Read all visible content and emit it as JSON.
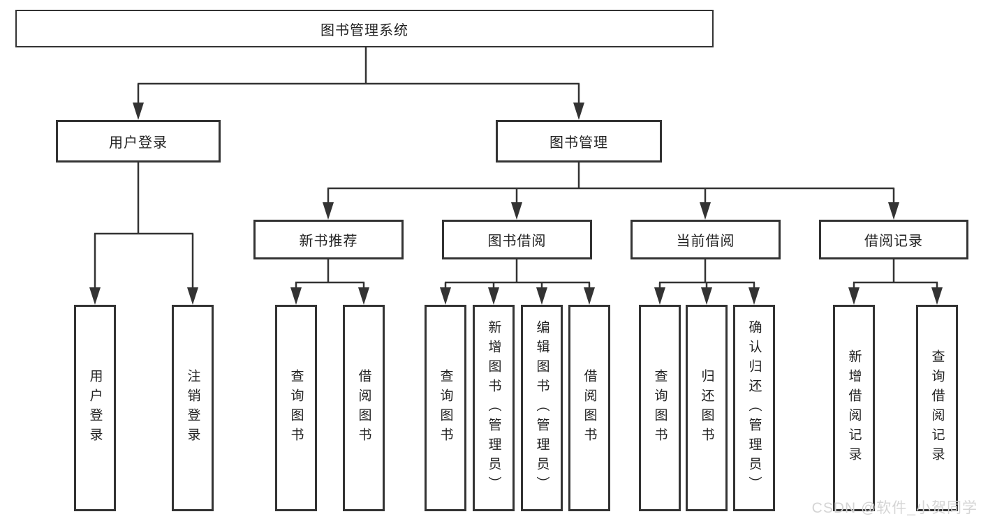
{
  "diagram": {
    "root": {
      "label": "图书管理系统"
    },
    "branches": [
      {
        "label": "用户登录",
        "children": [
          {
            "label": "用户登录"
          },
          {
            "label": "注销登录"
          }
        ]
      },
      {
        "label": "图书管理",
        "children": [
          {
            "label": "新书推荐",
            "children": [
              {
                "label": "查询图书"
              },
              {
                "label": "借阅图书"
              }
            ]
          },
          {
            "label": "图书借阅",
            "children": [
              {
                "label": "查询图书"
              },
              {
                "label": "新增图书（管理员）"
              },
              {
                "label": "编辑图书（管理员）"
              },
              {
                "label": "借阅图书"
              }
            ]
          },
          {
            "label": "当前借阅",
            "children": [
              {
                "label": "查询图书"
              },
              {
                "label": "归还图书"
              },
              {
                "label": "确认归还（管理员）"
              }
            ]
          },
          {
            "label": "借阅记录",
            "children": [
              {
                "label": "新增借阅记录"
              },
              {
                "label": "查询借阅记录"
              }
            ]
          }
        ]
      }
    ]
  },
  "watermark": {
    "text": "CSDN @软件_小贺同学"
  },
  "colors": {
    "line": "#333333",
    "border": "#333333",
    "text": "#222222",
    "background": "#ffffff",
    "watermark": "#d5d5d5"
  }
}
